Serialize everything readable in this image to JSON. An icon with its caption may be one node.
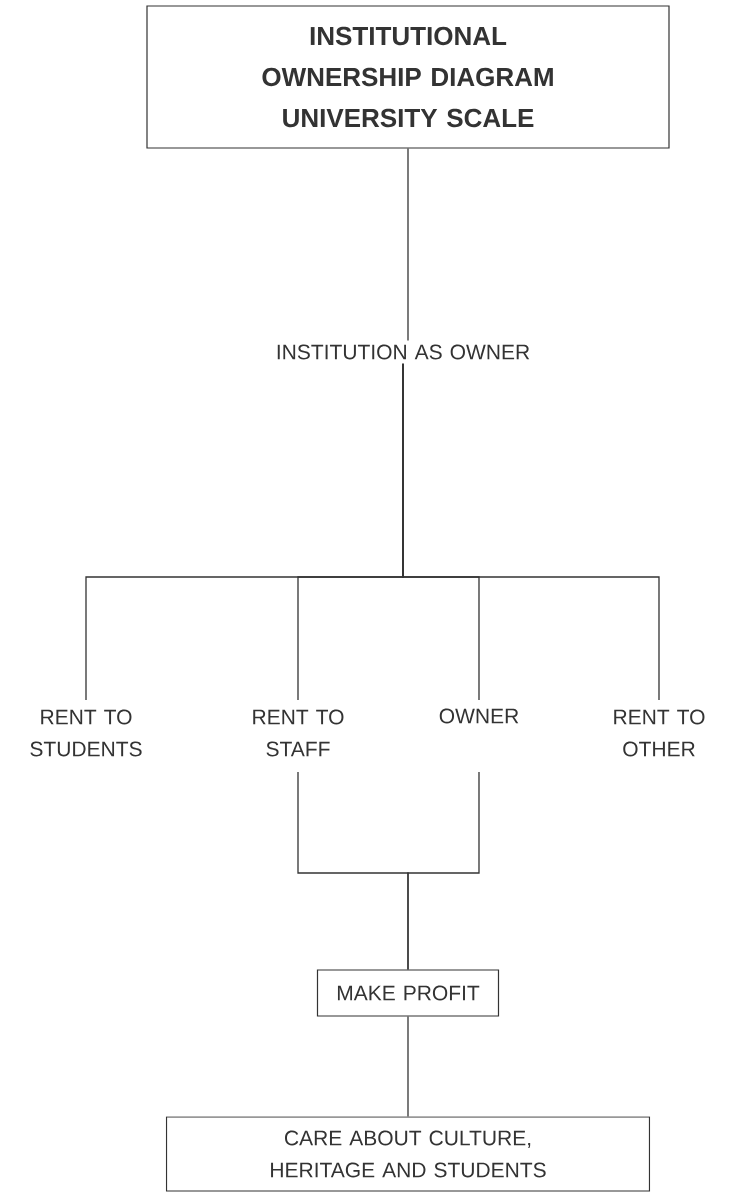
{
  "diagram": {
    "nodes": [
      {
        "text": [
          "INSTITUTIONAL OWNERSHIP DIAGRAM UNIVERSITY SCALE"
        ]
      },
      {
        "text": [
          "INSTITUTION AS OWNER"
        ]
      },
      {
        "text": [
          "RENT TO STUDENTS"
        ]
      },
      {
        "text": [
          "RENT TO STAFF"
        ]
      },
      {
        "text": [
          "OWNER"
        ]
      },
      {
        "text": [
          "RENT TO OTHER"
        ]
      },
      {
        "text": [
          "MAKE PROFIT"
        ]
      },
      {
        "text": [
          "CARE ABOUT CULTURE, HERITAGE AND STUDENTS"
        ]
      }
    ],
    "edges": [
      {
        "from": 0,
        "to": 1,
        "arrow": "none"
      },
      {
        "from": 1,
        "to": 2,
        "arrow": "none"
      },
      {
        "from": 1,
        "to": 3,
        "arrow": "none"
      },
      {
        "from": 1,
        "to": 4,
        "arrow": "none"
      },
      {
        "from": 1,
        "to": 5,
        "arrow": "none"
      },
      {
        "from": 3,
        "to": 6,
        "arrow": "none"
      },
      {
        "from": 4,
        "to": 6,
        "arrow": "none"
      },
      {
        "from": 6,
        "to": 7,
        "arrow": "none"
      }
    ]
  }
}
